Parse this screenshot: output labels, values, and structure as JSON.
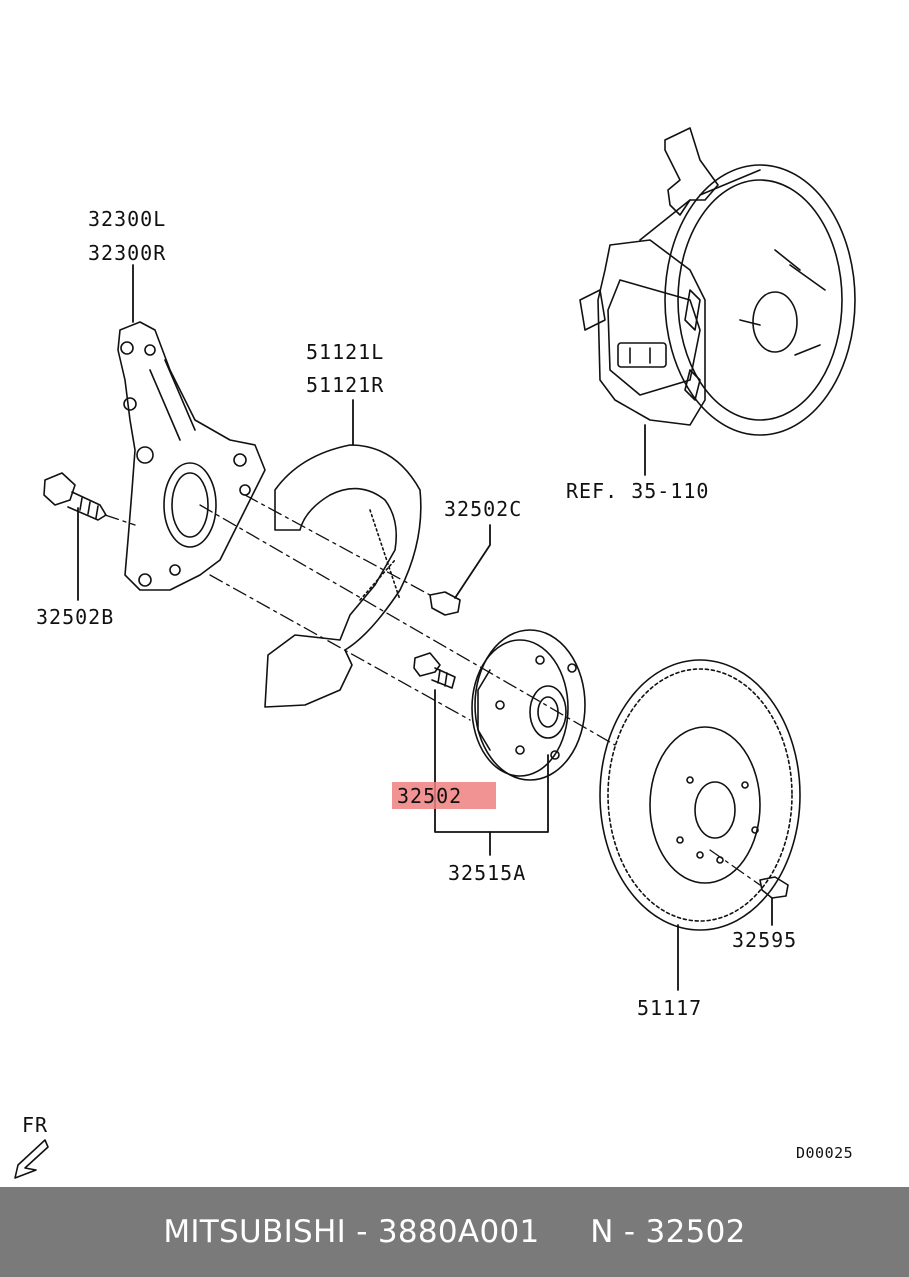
{
  "labels": {
    "knuckle_l": "32300L",
    "knuckle_r": "32300R",
    "shield_l": "51121L",
    "shield_r": "51121R",
    "caliper_ref": "REF. 35-110",
    "bolt_c": "32502C",
    "bolt_b": "32502B",
    "hub_bolt": "32502",
    "hub_assy": "32515A",
    "disc_screw": "32595",
    "disc": "51117",
    "front_marker": "FR",
    "diagram_code": "D00025"
  },
  "footer": {
    "text": "MITSUBISHI - 3880A001     N - 32502"
  },
  "colors": {
    "line": "#111111",
    "highlight": "#f08080",
    "footer_bg": "#7a7a7a",
    "footer_text": "#ffffff"
  }
}
